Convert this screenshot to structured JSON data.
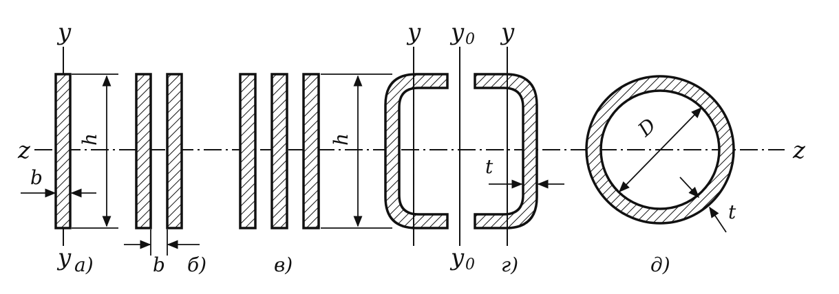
{
  "labels": {
    "y": "y",
    "y0": "y",
    "y0_sub": "0",
    "z": "z",
    "h": "h",
    "b": "b",
    "t": "t",
    "D": "D",
    "a": "а)",
    "b_caption": "б)",
    "v": "в)",
    "g": "г)",
    "d": "д)"
  },
  "colors": {
    "ink": "#111111",
    "background": "#ffffff"
  }
}
